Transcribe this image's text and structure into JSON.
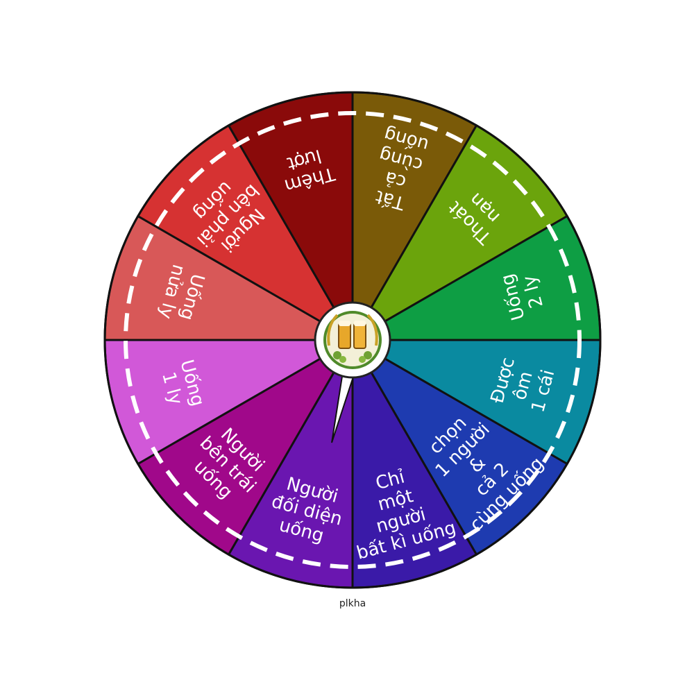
{
  "wheel": {
    "segments": [
      {
        "color": "#7A5A08",
        "lines": [
          "Tất",
          "cả",
          "cùng",
          "uống"
        ]
      },
      {
        "color": "#6BA40C",
        "lines": [
          "Thoát",
          "nạn"
        ]
      },
      {
        "color": "#0E9E44",
        "lines": [
          "Uống",
          "2 ly"
        ]
      },
      {
        "color": "#0A8AA0",
        "lines": [
          "Được",
          "ôm",
          "1 cái"
        ]
      },
      {
        "color": "#1E3BB0",
        "lines": [
          "chọn",
          "1 người",
          "&",
          "cả 2",
          "cùng uống"
        ]
      },
      {
        "color": "#3A1AA8",
        "lines": [
          "Chỉ",
          "một",
          "người",
          "bất kì uống"
        ]
      },
      {
        "color": "#6A16B0",
        "lines": [
          "Người",
          "đối diện",
          "uống"
        ]
      },
      {
        "color": "#A0088A",
        "lines": [
          "Người",
          "bên trái",
          "uống"
        ]
      },
      {
        "color": "#D158D8",
        "lines": [
          "Uống",
          "1 ly"
        ]
      },
      {
        "color": "#D85858",
        "lines": [
          "Uống",
          "nửa ly"
        ]
      },
      {
        "color": "#D63232",
        "lines": [
          "Người",
          "bên phải",
          "uống"
        ]
      },
      {
        "color": "#8A0A0A",
        "lines": [
          "Thêm",
          "lượt"
        ]
      }
    ],
    "center_icon": "beer-mug-icon",
    "pointer_icon": "spinner-needle-icon",
    "credit": "plkha"
  }
}
